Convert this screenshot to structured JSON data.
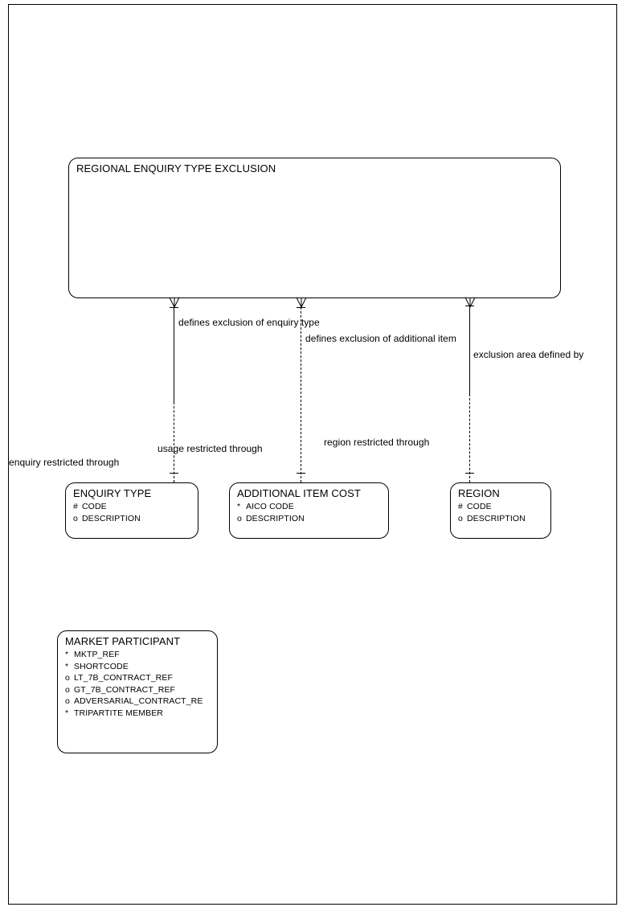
{
  "diagram": {
    "type": "entity-relationship-diagram",
    "notation": "barker-erd",
    "entities": [
      {
        "id": "regional-enquiry-type-exclusion",
        "name": "REGIONAL ENQUIRY TYPE EXCLUSION",
        "attributes": []
      },
      {
        "id": "enquiry-type",
        "name": "ENQUIRY TYPE",
        "attributes": [
          {
            "marker": "#",
            "label": "CODE"
          },
          {
            "marker": "o",
            "label": "DESCRIPTION"
          }
        ]
      },
      {
        "id": "additional-item-cost",
        "name": "ADDITIONAL ITEM COST",
        "attributes": [
          {
            "marker": "*",
            "label": "AICO CODE"
          },
          {
            "marker": "o",
            "label": "DESCRIPTION"
          }
        ]
      },
      {
        "id": "region",
        "name": "REGION",
        "attributes": [
          {
            "marker": "#",
            "label": "CODE"
          },
          {
            "marker": "o",
            "label": "DESCRIPTION"
          }
        ]
      },
      {
        "id": "market-participant",
        "name": "MARKET PARTICIPANT",
        "attributes": [
          {
            "marker": "*",
            "label": "MKTP_REF"
          },
          {
            "marker": "*",
            "label": "SHORTCODE"
          },
          {
            "marker": "o",
            "label": "LT_7B_CONTRACT_REF"
          },
          {
            "marker": "o",
            "label": "GT_7B_CONTRACT_REF"
          },
          {
            "marker": "o",
            "label": "ADVERSARIAL_CONTRACT_RE"
          },
          {
            "marker": "*",
            "label": "TRIPARTITE MEMBER"
          }
        ]
      }
    ],
    "relationships": [
      {
        "id": "rel-enquiry-type",
        "from_label": "defines exclusion of enquiry type",
        "to_label": "enquiry restricted through"
      },
      {
        "id": "rel-additional-item",
        "from_label": "defines exclusion of additional item",
        "to_label": "usage restricted through"
      },
      {
        "id": "rel-region",
        "from_label": "exclusion area defined by",
        "to_label": "region restricted through"
      }
    ]
  },
  "colors": {
    "stroke": "#000000",
    "background": "#ffffff",
    "text": "#000000"
  }
}
